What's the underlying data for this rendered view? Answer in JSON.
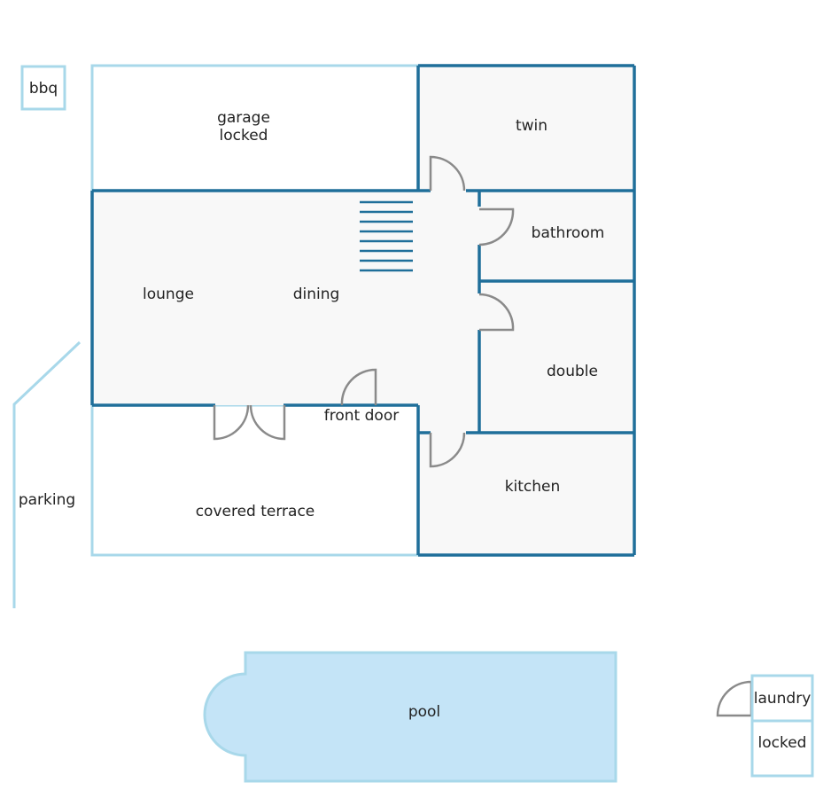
{
  "colors": {
    "wall_dark": "#1f6f9a",
    "wall_light": "#a8d8ea",
    "floor": "#f8f8f8",
    "pool_fill": "#c4e4f7",
    "door": "#8a8a8a",
    "text": "#222222"
  },
  "labels": {
    "bbq": "bbq",
    "garage_line1": "garage",
    "garage_line2": "locked",
    "twin": "twin",
    "bathroom": "bathroom",
    "lounge": "lounge",
    "dining": "dining",
    "double": "double",
    "front_door": "front door",
    "kitchen": "kitchen",
    "parking": "parking",
    "covered_terrace": "covered terrace",
    "pool": "pool",
    "laundry": "laundry",
    "laundry_locked": "locked"
  }
}
